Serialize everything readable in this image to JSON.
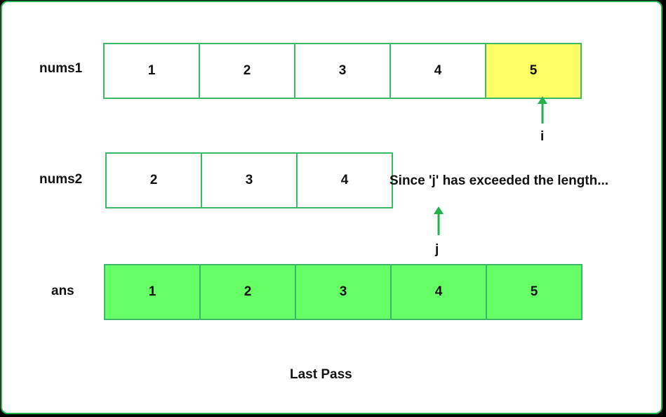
{
  "rows": {
    "nums1": {
      "label": "nums1",
      "values": [
        "1",
        "2",
        "3",
        "4",
        "5"
      ],
      "highlight_index": 4
    },
    "nums2": {
      "label": "nums2",
      "values": [
        "2",
        "3",
        "4"
      ]
    },
    "ans": {
      "label": "ans",
      "values": [
        "1",
        "2",
        "3",
        "4",
        "5"
      ]
    }
  },
  "pointers": {
    "i": "i",
    "j": "j"
  },
  "note": "Since 'j' has exceeded the length...",
  "caption": "Last Pass",
  "colors": {
    "border": "#22b14c",
    "cell_border": "#3cb867",
    "highlight": "#ffff66",
    "ans_fill": "#66ff66",
    "arrow": "#22b14c"
  }
}
